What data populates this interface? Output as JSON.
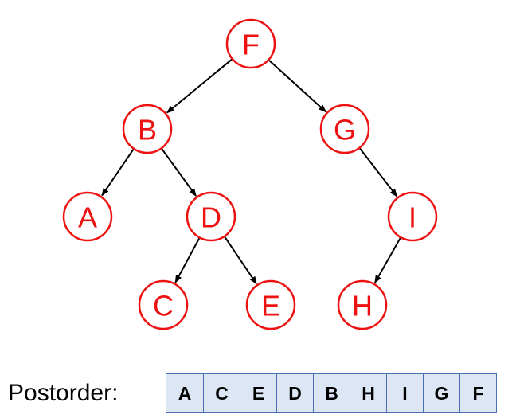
{
  "tree": {
    "nodes": [
      {
        "id": "F",
        "label": "F"
      },
      {
        "id": "B",
        "label": "B"
      },
      {
        "id": "G",
        "label": "G"
      },
      {
        "id": "A",
        "label": "A"
      },
      {
        "id": "D",
        "label": "D"
      },
      {
        "id": "I",
        "label": "I"
      },
      {
        "id": "C",
        "label": "C"
      },
      {
        "id": "E",
        "label": "E"
      },
      {
        "id": "H",
        "label": "H"
      }
    ],
    "edges": [
      {
        "from": "F",
        "to": "B"
      },
      {
        "from": "F",
        "to": "G"
      },
      {
        "from": "B",
        "to": "A"
      },
      {
        "from": "B",
        "to": "D"
      },
      {
        "from": "G",
        "to": "I"
      },
      {
        "from": "D",
        "to": "C"
      },
      {
        "from": "D",
        "to": "E"
      },
      {
        "from": "I",
        "to": "H"
      }
    ]
  },
  "traversal": {
    "title": "Postorder:",
    "sequence": [
      "A",
      "C",
      "E",
      "D",
      "B",
      "H",
      "I",
      "G",
      "F"
    ]
  },
  "colors": {
    "node": "#ee1111",
    "edge": "#000000",
    "cell_fill": "#dde6f5",
    "cell_border": "#4a6fb5"
  }
}
